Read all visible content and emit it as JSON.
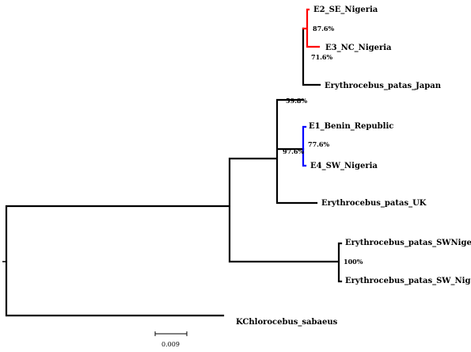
{
  "tree": {
    "leaves": {
      "e2": {
        "label": "E2_SE_Nigeria",
        "color": "#ff0000"
      },
      "e3": {
        "label": "E3_NC_Nigeria",
        "color": "#ff0000"
      },
      "japan": {
        "label": "Erythrocebus_patas_Japan",
        "color": "#000000"
      },
      "e1": {
        "label": "E1_Benin_Republic",
        "color": "#0000ff"
      },
      "e4": {
        "label": "E4_SW_Nigeria",
        "color": "#0000ff"
      },
      "uk": {
        "label": "Erythrocebus_patas_UK",
        "color": "#000000"
      },
      "swnig1": {
        "label": "Erythrocebus_patas_SWNigeria",
        "color": "#000000"
      },
      "swnig2": {
        "label": "Erythrocebus_patas_SW_Nigeria",
        "color": "#000000"
      },
      "outgroup": {
        "label": "KChlorocebus_sabaeus",
        "color": "#000000"
      }
    },
    "support_values": {
      "e2_e3": "87.6%",
      "e2e3_clade": "71.6%",
      "japan_clade": "59.8%",
      "e1_e4": "77.6%",
      "blue_clade": "97.6%",
      "swnigeria_clade": "100%"
    },
    "scale_bar": {
      "label": "0.009"
    }
  }
}
